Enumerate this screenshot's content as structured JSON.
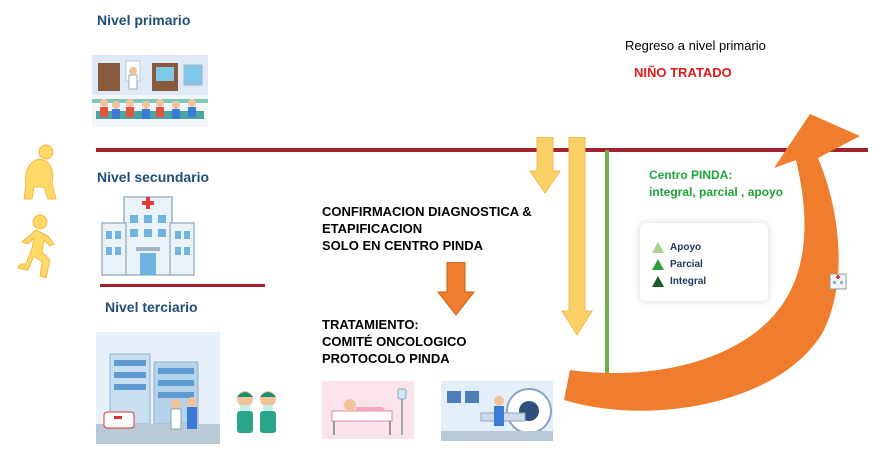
{
  "levels": {
    "primary": "Nivel primario",
    "secondary": "Nivel secundario",
    "tertiary": "Nivel terciario"
  },
  "return": {
    "label": "Regreso a nivel primario",
    "status": "NIÑO TRATADO"
  },
  "steps": {
    "confirm_line1": "CONFIRMACION DIAGNOSTICA &",
    "confirm_line2": "ETAPIFICACION",
    "confirm_line3": "SOLO EN CENTRO PINDA",
    "treat_line1": "TRATAMIENTO:",
    "treat_line2": "COMITÉ ONCOLOGICO",
    "treat_line3": "PROTOCOLO PINDA"
  },
  "center": {
    "title": "Centro PINDA:",
    "subtitle": "integral, parcial , apoyo"
  },
  "legend": [
    {
      "label": "Apoyo",
      "color": "#a9d18e"
    },
    {
      "label": "Parcial",
      "color": "#2e9e3a"
    },
    {
      "label": "Integral",
      "color": "#1b5e20"
    }
  ],
  "colors": {
    "line": "#a31f2e",
    "title": "#1f4e79",
    "status": "#e21a1a",
    "center": "#1fa33a",
    "arrow_orange": "#ef7d2d",
    "arrow_yellow": "#fbd167"
  }
}
